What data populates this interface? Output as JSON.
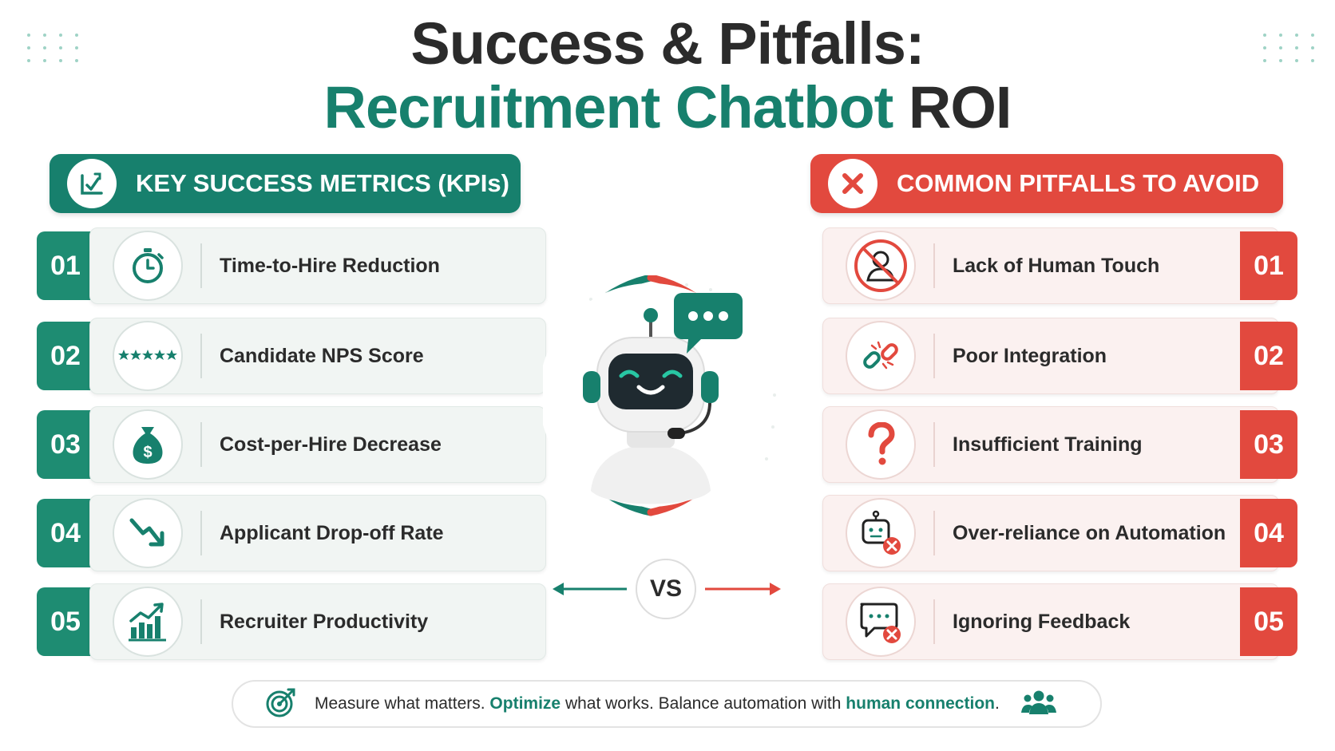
{
  "title": {
    "line1": "Success & Pitfalls:",
    "line2_accent": "Recruitment Chatbot",
    "line2_rest": "ROI"
  },
  "colors": {
    "accent_green": "#17806d",
    "accent_red": "#e2493e"
  },
  "success": {
    "heading": "KEY SUCCESS METRICS (KPIs)",
    "heading_icon": "chart-check-icon",
    "items": [
      {
        "num": "01",
        "label": "Time-to-Hire Reduction",
        "icon": "stopwatch-icon"
      },
      {
        "num": "02",
        "label": "Candidate NPS Score",
        "icon": "five-stars-icon"
      },
      {
        "num": "03",
        "label": "Cost-per-Hire Decrease",
        "icon": "money-bag-icon"
      },
      {
        "num": "04",
        "label": "Applicant Drop-off Rate",
        "icon": "trend-down-arrow-icon"
      },
      {
        "num": "05",
        "label": "Recruiter Productivity",
        "icon": "growth-bar-chart-icon"
      }
    ]
  },
  "pitfalls": {
    "heading": "COMMON PITFALLS TO AVOID",
    "heading_icon": "x-mark-icon",
    "items": [
      {
        "num": "01",
        "label": "Lack of Human Touch",
        "icon": "no-person-icon"
      },
      {
        "num": "02",
        "label": "Poor Integration",
        "icon": "broken-link-icon"
      },
      {
        "num": "03",
        "label": "Insufficient Training",
        "icon": "question-mark-icon"
      },
      {
        "num": "04",
        "label": "Over-reliance on Automation",
        "icon": "robot-error-icon"
      },
      {
        "num": "05",
        "label": "Ignoring Feedback",
        "icon": "chat-error-icon"
      }
    ]
  },
  "center": {
    "vs": "VS",
    "mascot_icon": "robot-headset-icon"
  },
  "footer": {
    "part1": "Measure what matters. ",
    "emph1": "Optimize",
    "part2": " what works. Balance automation with ",
    "emph2": "human connection",
    "part3": ".",
    "icon_left": "target-icon",
    "icon_right": "team-icon"
  }
}
